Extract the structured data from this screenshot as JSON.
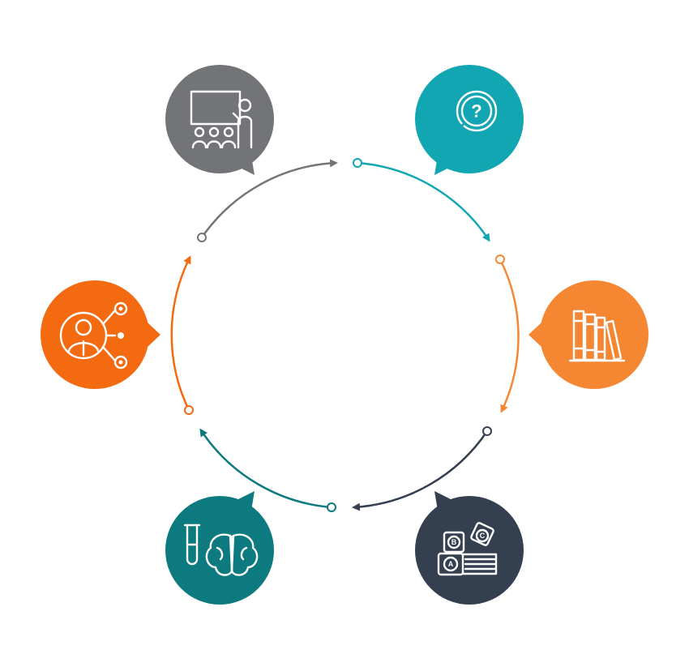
{
  "diagram": {
    "type": "cycle",
    "stage_count": 6,
    "direction": "clockwise",
    "stages": [
      {
        "id": "research",
        "icon": "magnifier-question-icon",
        "color": "#12a6b3",
        "glyph": "?"
      },
      {
        "id": "library",
        "icon": "books-icon",
        "color": "#f58632"
      },
      {
        "id": "basics",
        "icon": "abc-blocks-icon",
        "color": "#343f4f",
        "glyphs": [
          "A",
          "B",
          "C"
        ]
      },
      {
        "id": "science",
        "icon": "brain-test-tube-icon",
        "color": "#0d7a80"
      },
      {
        "id": "network",
        "icon": "person-network-icon",
        "color": "#f36a10"
      },
      {
        "id": "teaching",
        "icon": "presentation-icon",
        "color": "#737477"
      }
    ],
    "connector_colors": [
      "#12a6b3",
      "#f58632",
      "#343f4f",
      "#0d7a80",
      "#f36a10",
      "#737477"
    ]
  }
}
